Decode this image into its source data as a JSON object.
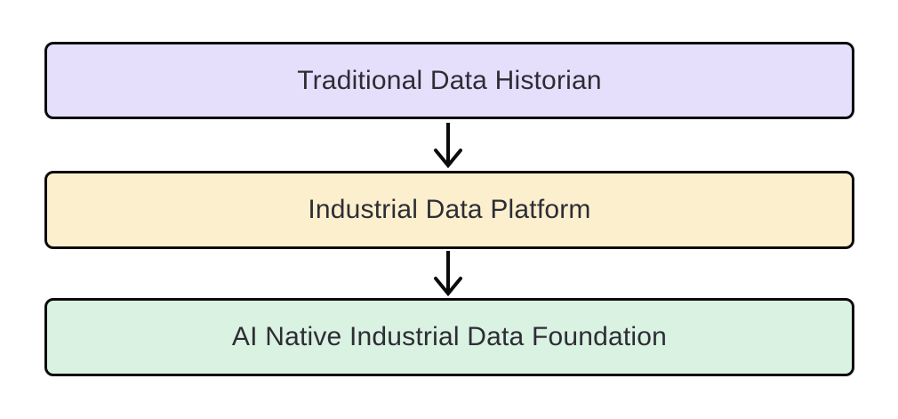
{
  "diagram": {
    "type": "flowchart-top-down",
    "background": "#ffffff",
    "stroke_color": "#0b0b0b",
    "text_color": "#2d2d36",
    "nodes": [
      {
        "id": "traditional-data-historian",
        "label": "Traditional Data Historian",
        "fill": "#e6dffc"
      },
      {
        "id": "industrial-data-platform",
        "label": "Industrial Data Platform",
        "fill": "#fcefcd"
      },
      {
        "id": "ai-native-industrial-data-foundation",
        "label": "AI Native Industrial Data Foundation",
        "fill": "#daf2e1"
      }
    ],
    "edges": [
      {
        "from": "Traditional Data Historian",
        "to": "Industrial Data Platform",
        "style": "arrow-down"
      },
      {
        "from": "Industrial Data Platform",
        "to": "AI Native Industrial Data Foundation",
        "style": "arrow-down"
      }
    ]
  }
}
